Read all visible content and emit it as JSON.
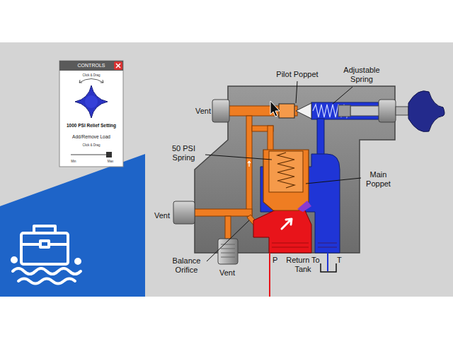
{
  "diagram": {
    "nodes": [
      {
        "text": [
          "CONTROLS",
          "Click & Drag",
          "1000 PSI Relief Setting",
          "Add/Remove Load",
          "Click & Drag",
          "Min",
          "Max"
        ]
      }
    ],
    "labels": [
      "Pilot Poppet",
      "Adjustable Spring",
      "Vent",
      "50 PSI Spring",
      "Vent",
      "Main Poppet",
      "Balance Orifice",
      "Vent",
      "P",
      "Return To Tank",
      "T"
    ]
  }
}
